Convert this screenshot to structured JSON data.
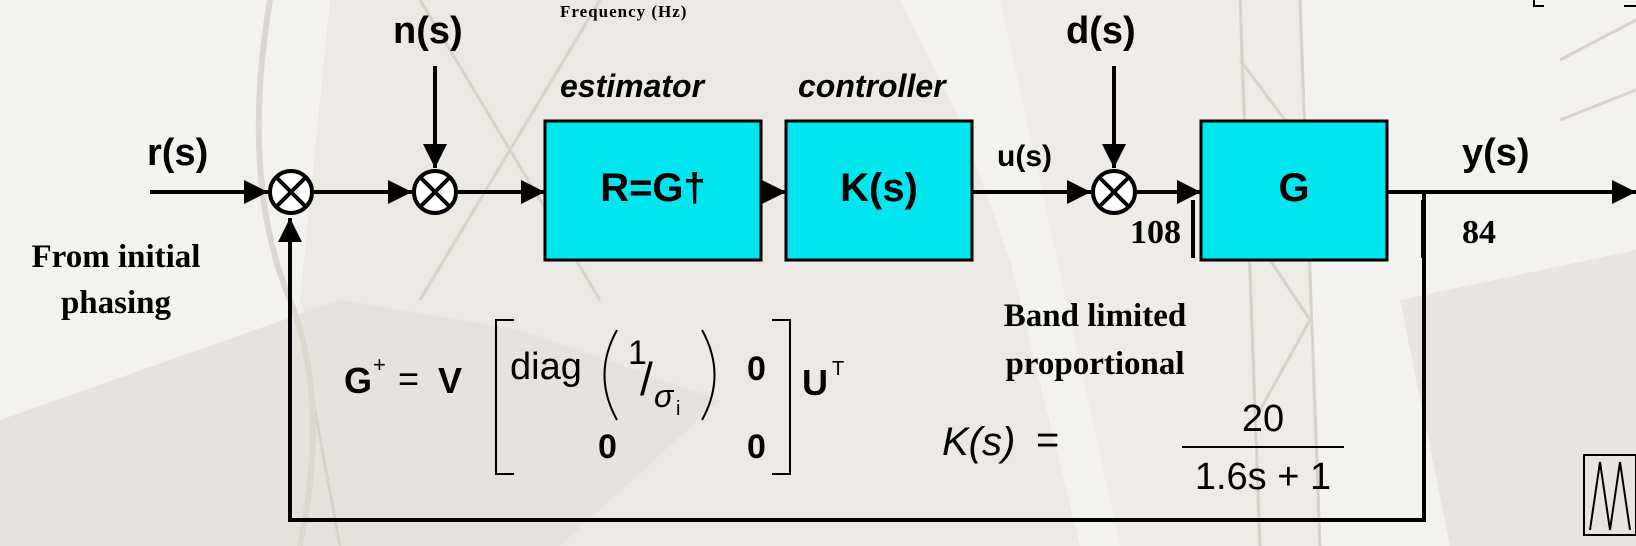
{
  "top_fragment": "Frequency (Hz)",
  "signals": {
    "reference": "r(s)",
    "noise": "n(s)",
    "disturbance": "d(s)",
    "control": "u(s)",
    "output": "y(s)"
  },
  "blocks": {
    "estimator": {
      "title": "estimator",
      "label": "R=G†"
    },
    "controller": {
      "title": "controller",
      "label": "K(s)"
    },
    "plant": {
      "label": "G"
    }
  },
  "channel_counts": {
    "actuators": "108",
    "sensors": "84"
  },
  "initial_phasing_note": [
    "From initial",
    "phasing"
  ],
  "pseudo_inverse": {
    "lhs": "G",
    "lhs_sup": "+",
    "equals": "=",
    "v": "V",
    "diag": "diag",
    "one": "1",
    "sigma": "σ",
    "sigma_sub": "i",
    "zero": "0",
    "u": "U",
    "u_sup": "T"
  },
  "controller_note": [
    "Band limited",
    "proportional"
  ],
  "controller_eq": {
    "lhs": "K(s)",
    "equals": "=",
    "numerator": "20",
    "denominator": "1.6s + 1"
  },
  "colors": {
    "block_fill": "#00e5ee",
    "line": "#000000",
    "background_tint": "#d9d4cf"
  }
}
